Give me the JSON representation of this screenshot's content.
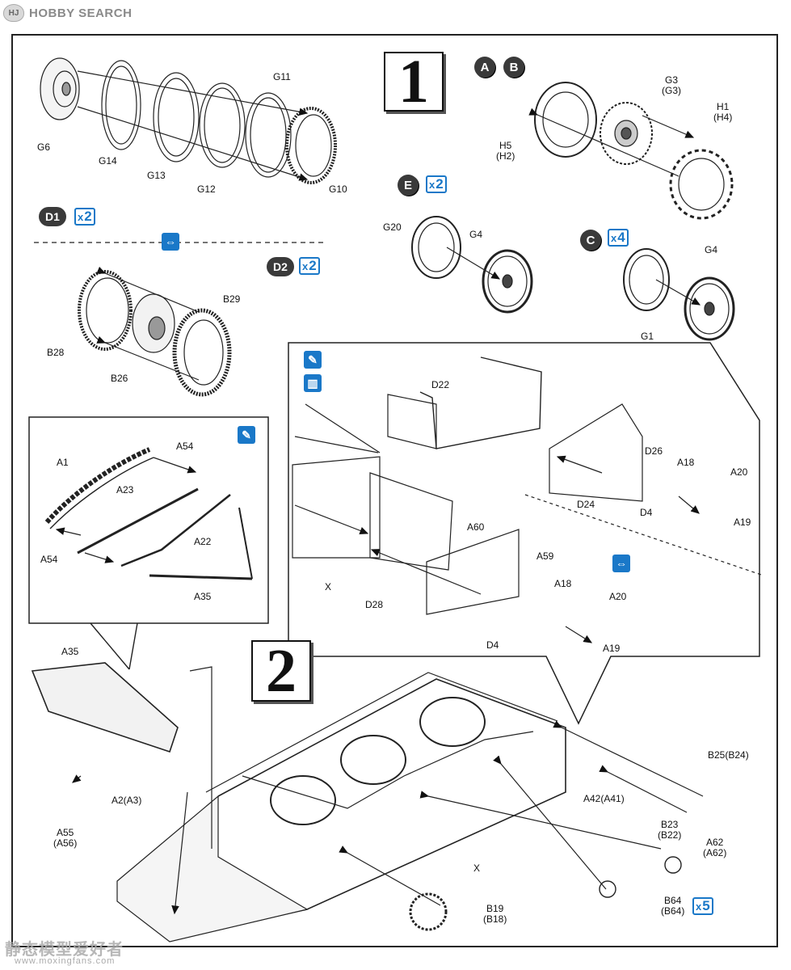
{
  "header": {
    "logo_mark": "HJ",
    "site_name": "HOBBY SEARCH"
  },
  "steps": {
    "step1": "1",
    "step2": "2"
  },
  "badges": {
    "A": "A",
    "B": "B",
    "E": "E",
    "C": "C",
    "D1": "D1",
    "D2": "D2"
  },
  "quantities": {
    "e_qty": "2",
    "c_qty": "4",
    "d1_qty": "2",
    "d2_qty": "2",
    "b64_qty": "5",
    "prefix": "x"
  },
  "parts": {
    "G6": "G6",
    "G14": "G14",
    "G13": "G13",
    "G12": "G12",
    "G11": "G11",
    "G10": "G10",
    "G3": "G3",
    "G3b": "(G3)",
    "H1": "H1",
    "H1b": "(H4)",
    "H5": "H5",
    "H5b": "(H2)",
    "G20": "G20",
    "G4a": "G4",
    "G4b": "G4",
    "G1": "G1",
    "B29": "B29",
    "B28": "B28",
    "B26": "B26",
    "D22": "D22",
    "D26": "D26",
    "A18a": "A18",
    "A20a": "A20",
    "D24": "D24",
    "D4a": "D4",
    "A19a": "A19",
    "A60": "A60",
    "A59": "A59",
    "A18b": "A18",
    "A20b": "A20",
    "X1": "X",
    "D28": "D28",
    "D4b": "D4",
    "A19b": "A19",
    "A54a": "A54",
    "A1": "A1",
    "A23": "A23",
    "A22": "A22",
    "A54b": "A54",
    "A35a": "A35",
    "A35b": "A35",
    "A2": "A2(A3)",
    "A55": "A55",
    "A55b": "(A56)",
    "B25": "B25(B24)",
    "A42": "A42(A41)",
    "B23": "B23",
    "B23b": "(B22)",
    "A62": "A62",
    "A62b": "(A62)",
    "X2": "X",
    "B19": "B19",
    "B19b": "(B18)",
    "B64": "B64",
    "B64b": "(B64)"
  },
  "watermark": {
    "line1": "静态模型爱好者",
    "line2": "www.moxingfans.com"
  }
}
